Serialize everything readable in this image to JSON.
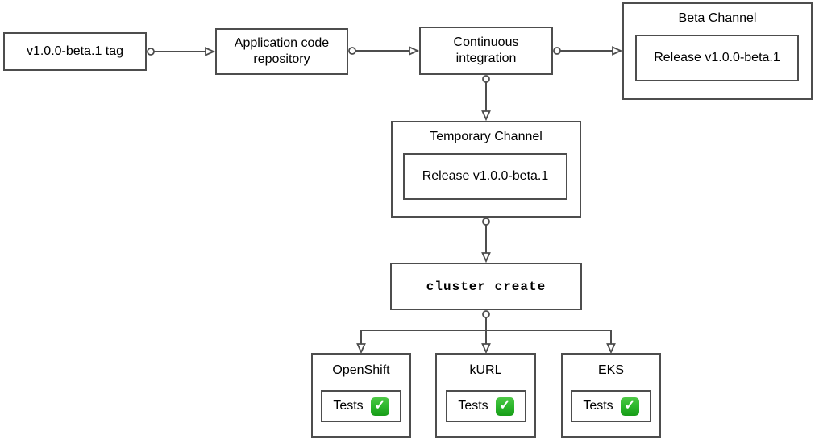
{
  "nodes": {
    "version_tag": {
      "label": "v1.0.0-beta.1 tag"
    },
    "app_repo": {
      "label": "Application code repository"
    },
    "ci": {
      "label": "Continuous integration"
    },
    "beta_channel": {
      "title": "Beta Channel",
      "release_label": "Release v1.0.0-beta.1"
    },
    "temporary_channel": {
      "title": "Temporary Channel",
      "release_label": "Release v1.0.0-beta.1"
    },
    "cluster_create": {
      "label": "cluster create"
    }
  },
  "platforms": [
    {
      "name": "OpenShift",
      "tests_label": "Tests",
      "status": "passed"
    },
    {
      "name": "kURL",
      "tests_label": "Tests",
      "status": "passed"
    },
    {
      "name": "EKS",
      "tests_label": "Tests",
      "status": "passed"
    }
  ],
  "icons": {
    "check_glyph": "✓"
  },
  "colors": {
    "border": "#4d4d4d",
    "connector": "#4d4d4d",
    "check_green": "#2eb82e",
    "background": "#ffffff",
    "text": "#000000"
  }
}
